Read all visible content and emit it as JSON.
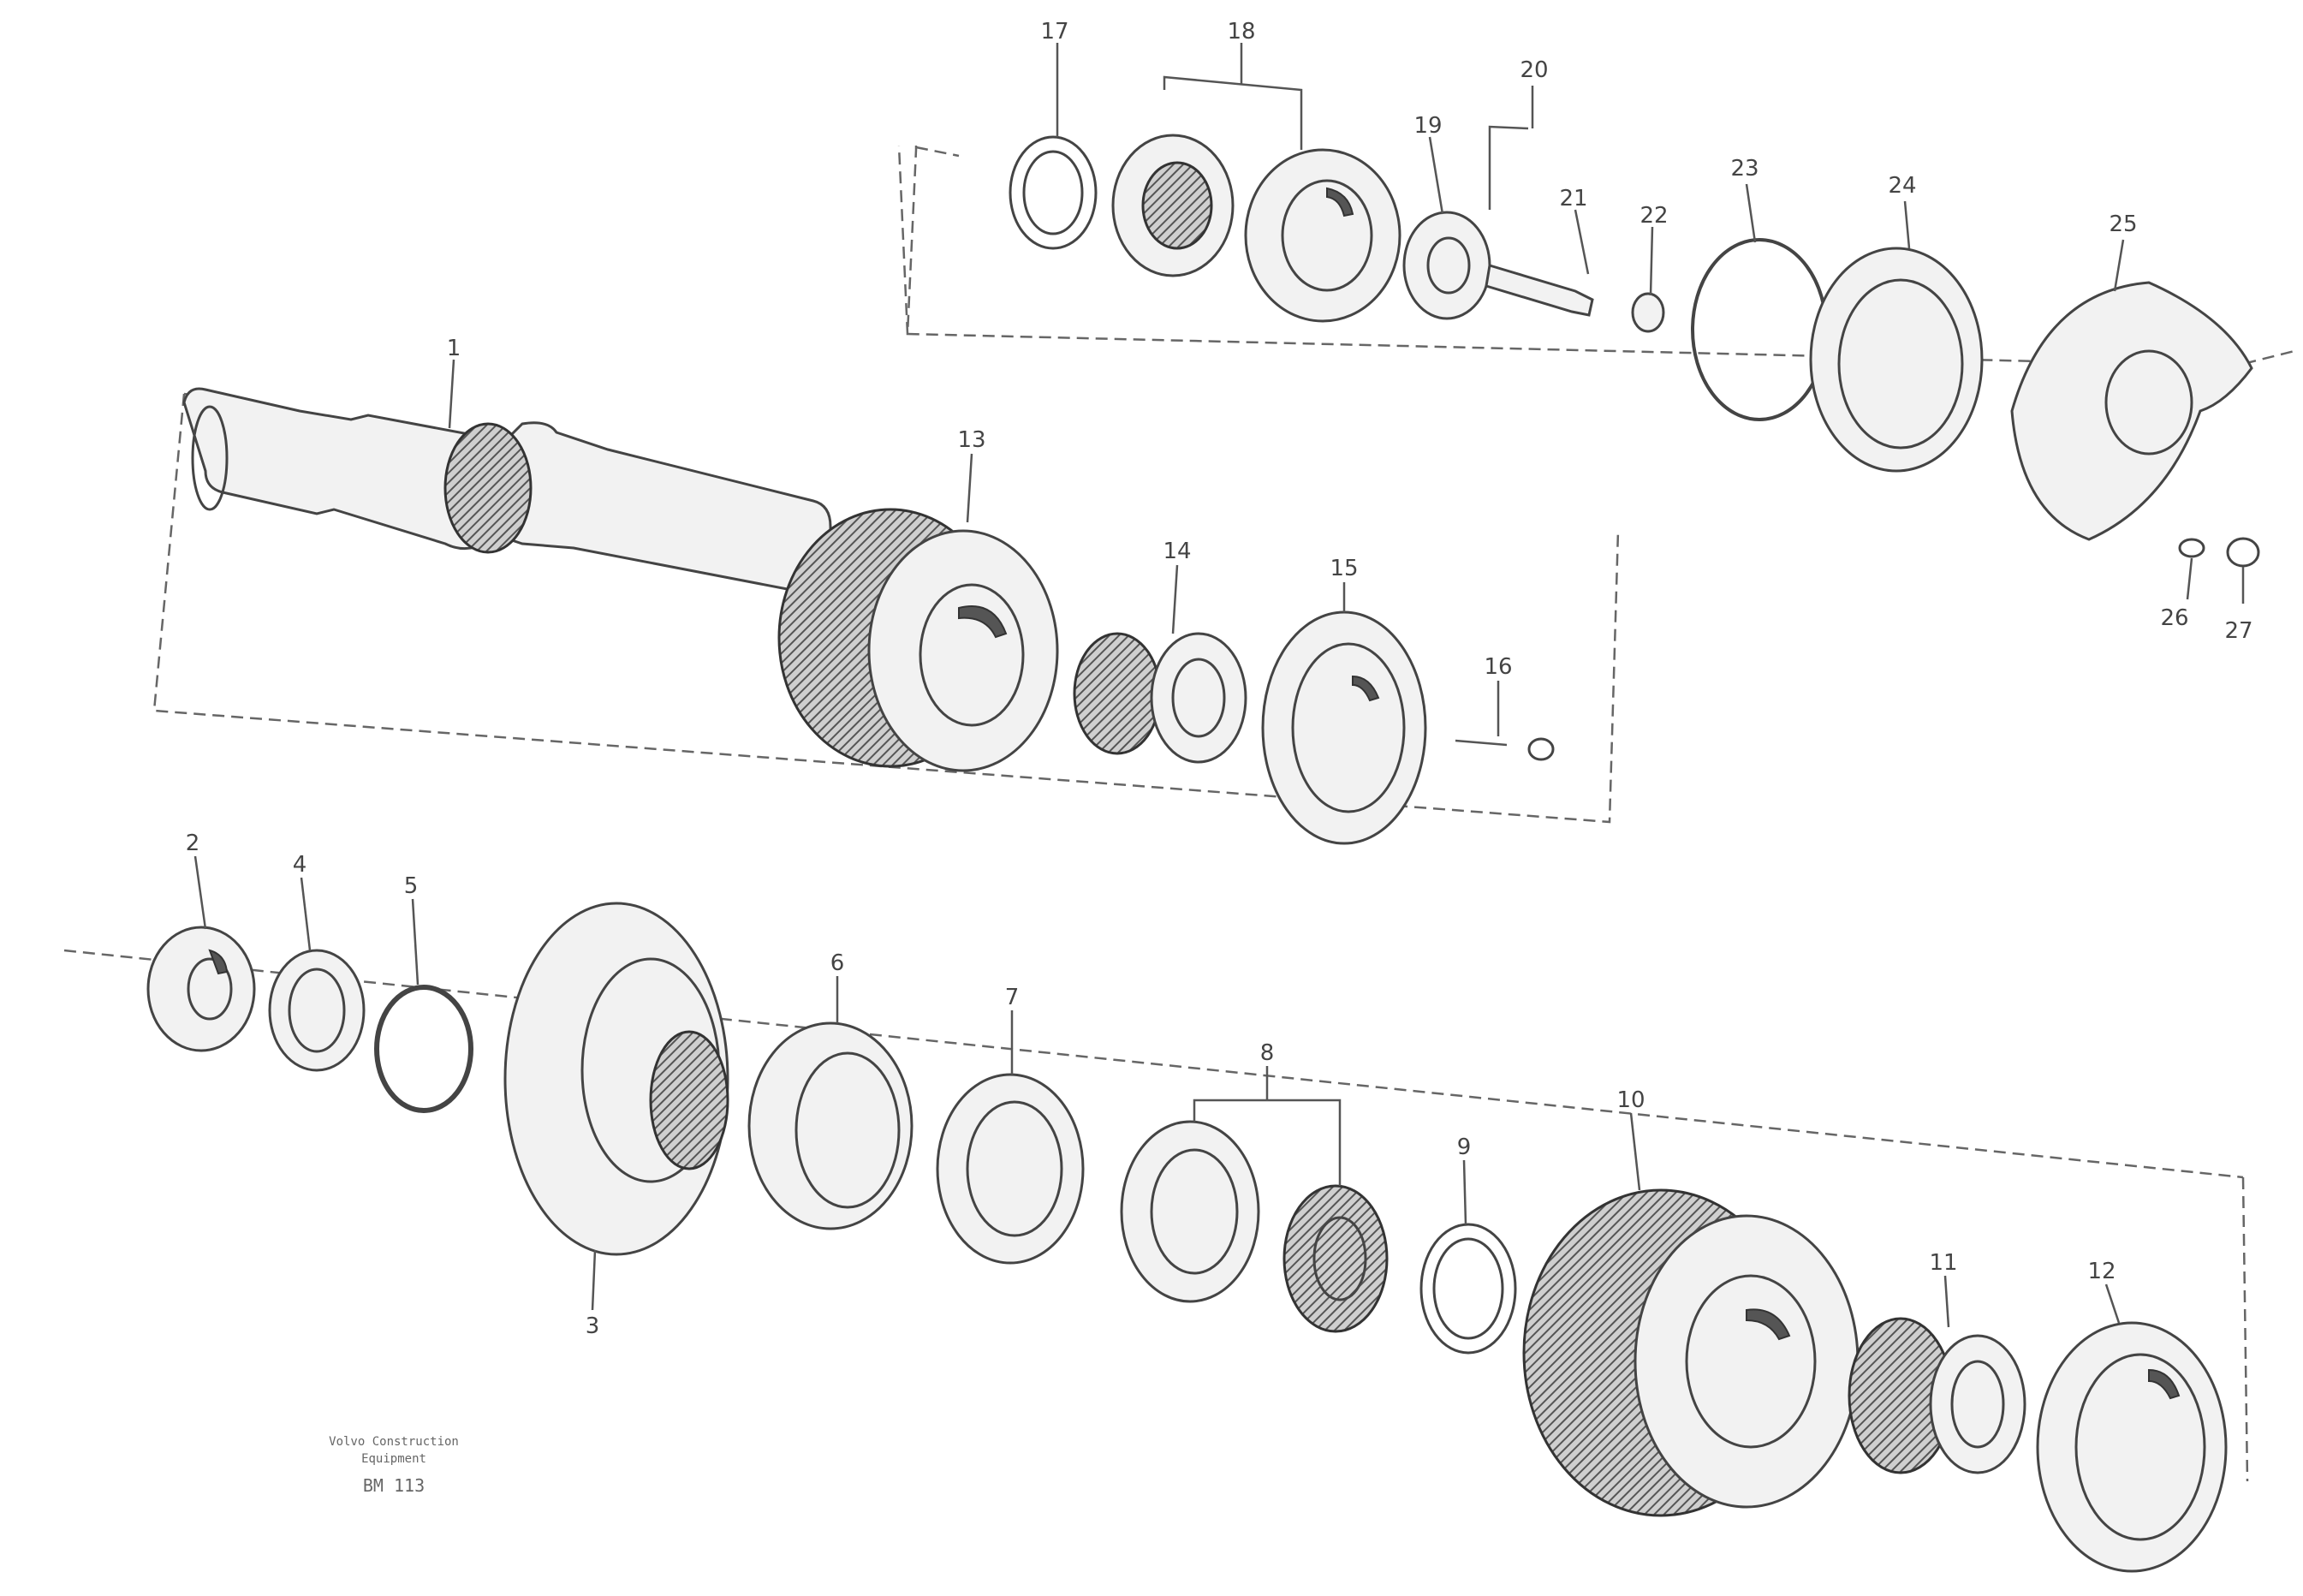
{
  "labels": {
    "p1": "1",
    "p2": "2",
    "p3": "3",
    "p4": "4",
    "p5": "5",
    "p6": "6",
    "p7": "7",
    "p8": "8",
    "p9": "9",
    "p10": "10",
    "p11": "11",
    "p12": "12",
    "p13": "13",
    "p14": "14",
    "p15": "15",
    "p16": "16",
    "p17": "17",
    "p18": "18",
    "p19": "19",
    "p20": "20",
    "p21": "21",
    "p22": "22",
    "p23": "23",
    "p24": "24",
    "p25": "25",
    "p26": "26",
    "p27": "27"
  },
  "stamp": {
    "line1": "Volvo Construction",
    "line2": "Equipment",
    "code": "BM 113"
  }
}
